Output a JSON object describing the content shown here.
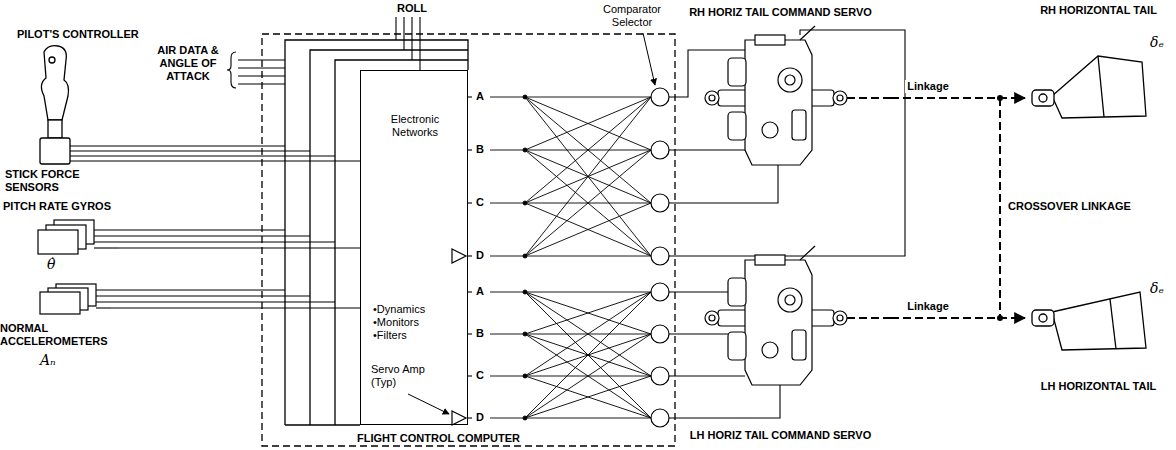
{
  "diagram": {
    "nodes": [
      {
        "text": [
          "Electronic Networks",
          "•Dynamics •Monitors •Filters",
          "Servo Amp (Typ)",
          "FLIGHT CONTROL COMPUTER"
        ]
      },
      {
        "text": [
          "PILOT'S CONTROLLER",
          "STICK FORCE SENSORS"
        ]
      },
      {
        "text": [
          "PITCH RATE GYROS",
          "θ̇"
        ]
      },
      {
        "text": [
          "NORMAL ACCELEROMETERS",
          "Aₙ"
        ]
      },
      {
        "text": [
          "RH HORIZ TAIL COMMAND SERVO"
        ]
      },
      {
        "text": [
          "RH HORIZONTAL TAIL",
          "δₑ"
        ]
      },
      {
        "text": [
          "LH HORIZ TAIL COMMAND SERVO"
        ]
      },
      {
        "text": [
          "LH HORIZONTAL TAIL",
          "δₑ"
        ]
      }
    ],
    "edges": [
      {
        "from": 1,
        "to": 0,
        "arrow": "none"
      },
      {
        "from": 2,
        "to": 0,
        "arrow": "none"
      },
      {
        "from": 3,
        "to": 0,
        "arrow": "none"
      },
      {
        "from": 4,
        "to": 5,
        "arrow": "to",
        "label": "Linkage"
      },
      {
        "from": 6,
        "to": 7,
        "arrow": "to",
        "label": "Linkage"
      }
    ],
    "labels": [
      "ROLL",
      "AIR DATA & ANGLE OF ATTACK",
      "Comparator Selector",
      "A",
      "B",
      "C",
      "D",
      "A",
      "B",
      "C",
      "D",
      "CROSSOVER LINKAGE"
    ]
  }
}
